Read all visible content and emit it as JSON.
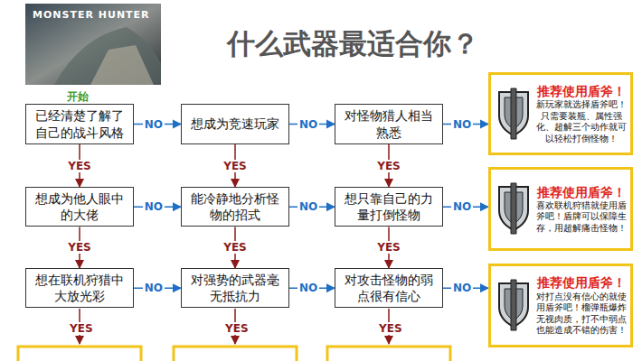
{
  "diagram": {
    "title": "什么武器最适合你？",
    "nodes": [
      {
        "text": [
          "已经清楚了解了自己的战斗风格"
        ]
      },
      {
        "text": [
          "想成为竞速玩家"
        ]
      },
      {
        "text": [
          "对怪物猎人相当熟悉"
        ]
      },
      {
        "text": [
          "推荐使用盾斧！",
          "新玩家就选择盾斧吧！只需要装瓶、属性强化、超解三个动作就可以轻松打倒怪物！"
        ]
      },
      {
        "text": [
          "想成为他人眼中的大佬"
        ]
      },
      {
        "text": [
          "能冷静地分析怪物的招式"
        ]
      },
      {
        "text": [
          "想只靠自己的力量打倒怪物"
        ]
      },
      {
        "text": [
          "推荐使用盾斧！",
          "喜欢联机狩猎就使用盾斧吧！盾牌可以保障生存，用超解痛击怪物！"
        ]
      },
      {
        "text": [
          "想在联机狩猎中大放光彩"
        ]
      },
      {
        "text": [
          "对强势的武器毫无抵抗力"
        ]
      },
      {
        "text": [
          "对攻击怪物的弱点很有信心"
        ]
      },
      {
        "text": [
          "推荐使用盾斧！",
          "对打点没有信心的就使用盾斧吧！榴弹瓶爆炸无视肉质，打不中弱点也能造成不错的伤害！"
        ]
      }
    ],
    "edges": [
      {
        "from": 0,
        "to": 1,
        "label": "NO",
        "arrow": "to"
      },
      {
        "from": 1,
        "to": 2,
        "label": "NO",
        "arrow": "to"
      },
      {
        "from": 2,
        "to": 3,
        "label": "NO",
        "arrow": "to"
      },
      {
        "from": 0,
        "to": 4,
        "label": "YES",
        "arrow": "to"
      },
      {
        "from": 1,
        "to": 5,
        "label": "YES",
        "arrow": "to"
      },
      {
        "from": 2,
        "to": 6,
        "label": "YES",
        "arrow": "to"
      },
      {
        "from": 4,
        "to": 5,
        "label": "NO",
        "arrow": "to"
      },
      {
        "from": 5,
        "to": 6,
        "label": "NO",
        "arrow": "to"
      },
      {
        "from": 6,
        "to": 7,
        "label": "NO",
        "arrow": "to"
      },
      {
        "from": 4,
        "to": 8,
        "label": "YES",
        "arrow": "to"
      },
      {
        "from": 5,
        "to": 9,
        "label": "YES",
        "arrow": "to"
      },
      {
        "from": 6,
        "to": 10,
        "label": "YES",
        "arrow": "to"
      },
      {
        "from": 8,
        "to": 9,
        "label": "NO",
        "arrow": "to"
      },
      {
        "from": 9,
        "to": 10,
        "label": "NO",
        "arrow": "to"
      },
      {
        "from": 10,
        "to": 11,
        "label": "NO",
        "arrow": "to"
      }
    ],
    "labels": [
      "MONSTER HUNTER",
      "开始",
      "YES",
      "YES",
      "YES"
    ]
  }
}
